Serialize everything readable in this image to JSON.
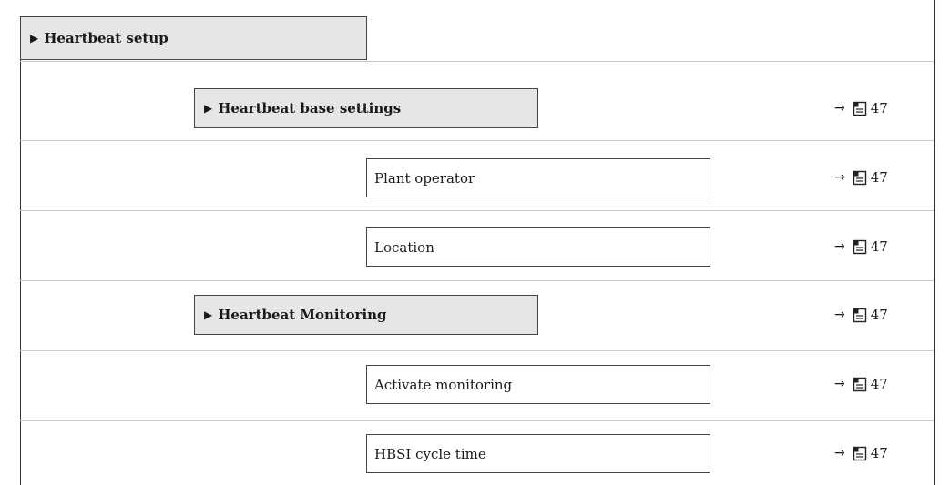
{
  "menu": {
    "heartbeat_setup": "Heartbeat setup",
    "base_settings": "Heartbeat base settings",
    "monitoring": "Heartbeat Monitoring"
  },
  "params": {
    "plant_operator": "Plant operator",
    "location": "Location",
    "activate_monitoring": "Activate monitoring",
    "hbsi_cycle_time": "HBSI cycle time"
  },
  "refs": {
    "base_settings": "47",
    "plant_operator": "47",
    "location": "47",
    "monitoring": "47",
    "activate_monitoring": "47",
    "hbsi_cycle_time": "47"
  },
  "icons": {
    "expand": "triangle-right-icon",
    "arrow": "arrow-right-icon",
    "page": "book-icon"
  }
}
